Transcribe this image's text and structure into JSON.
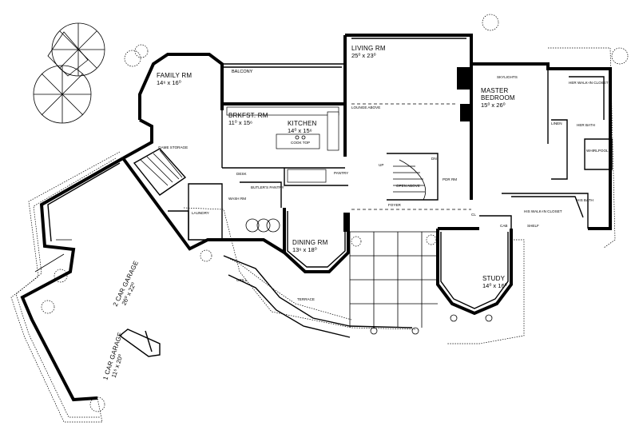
{
  "rooms": {
    "living": {
      "name": "LIVING RM",
      "dim": "25⁰ x 23⁰"
    },
    "family": {
      "name": "FAMILY RM",
      "dim": "14⁶ x 16⁰"
    },
    "breakfast": {
      "name": "BRKFST. RM",
      "dim": "11⁰ x 15⁶"
    },
    "kitchen": {
      "name": "KITCHEN",
      "dim": "14⁰ x 15⁶"
    },
    "master_line1": "MASTER",
    "master_line2": "BEDROOM",
    "master_dim": "15⁰ x 26⁰",
    "dining": {
      "name": "DINING RM",
      "dim": "13⁶ x 18⁰"
    },
    "study": {
      "name": "STUDY",
      "dim": "14⁰ x 16⁰"
    },
    "garage2_line1": "2 CAR GARAGE",
    "garage2_dim": "26⁰ x 22⁰",
    "garage1_line1": "1 CAR GARAGE",
    "garage1_dim": "11⁶ x 20⁰"
  },
  "labels": {
    "balcony": "BALCONY",
    "skylights": "SKYLIGHTS",
    "hers_walkin": "HER WALK-IN CLOSET",
    "hers_bath": "HER BATH",
    "his_bath": "HIS BATH",
    "his_walkin": "HIS WALK-IN CLOSET",
    "linen": "LINEN",
    "whirlpool": "WHIRLPOOL",
    "foyer": "FOYER",
    "wash_rm": "WASH RM",
    "butlers_pantry": "BUTLER'S PANTRY",
    "pantry": "PANTRY",
    "desk": "DESK",
    "open_above": "OPEN ABOVE",
    "powder": "PDR RM",
    "game_storage": "GAME STORAGE",
    "laundry": "LAUNDRY",
    "lounge_above": "LOUNGE ABOVE",
    "terrace": "TERRACE",
    "cooktop": "COOK TOP",
    "shelf": "SHELF",
    "cl": "CL",
    "up": "UP",
    "dn": "DN",
    "grill": "GRILL",
    "cab": "CAB"
  }
}
